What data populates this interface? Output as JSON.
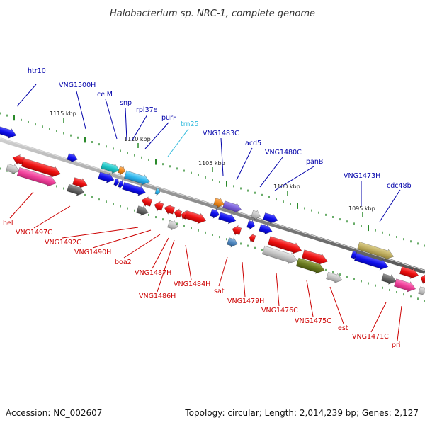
{
  "title": "Halobacterium sp. NRC-1, complete genome",
  "footer": {
    "accession": "Accession: NC_002607",
    "topology": "Topology: circular; Length: 2,014,239 bp; Genes: 2,127"
  },
  "colors": {
    "forward_label": "#0000aa",
    "reverse_label": "#cc0000",
    "trna_label": "#33bbdd",
    "backbone": "#888888",
    "tick": "#2a8a2a"
  },
  "ruler": [
    {
      "text": "1115 kbp"
    },
    {
      "text": "1110 kbp"
    },
    {
      "text": "1105 kbp"
    },
    {
      "text": "1100 kbp"
    },
    {
      "text": "1095 kbp"
    }
  ],
  "labels_top": [
    {
      "text": "htr10",
      "type": "cds"
    },
    {
      "text": "VNG1500H",
      "type": "cds"
    },
    {
      "text": "celM",
      "type": "cds"
    },
    {
      "text": "snp",
      "type": "cds"
    },
    {
      "text": "rpl37e",
      "type": "cds"
    },
    {
      "text": "purF",
      "type": "cds"
    },
    {
      "text": "trn25",
      "type": "trna"
    },
    {
      "text": "VNG1483C",
      "type": "cds"
    },
    {
      "text": "acd5",
      "type": "cds"
    },
    {
      "text": "VNG1480C",
      "type": "cds"
    },
    {
      "text": "panB",
      "type": "cds"
    },
    {
      "text": "VNG1473H",
      "type": "cds"
    },
    {
      "text": "cdc48b",
      "type": "cds"
    }
  ],
  "labels_bottom": [
    {
      "text": "hel"
    },
    {
      "text": "VNG1497C"
    },
    {
      "text": "VNG1492C"
    },
    {
      "text": "VNG1490H"
    },
    {
      "text": "boa2"
    },
    {
      "text": "VNG1487H"
    },
    {
      "text": "VNG1486H"
    },
    {
      "text": "VNG1484H"
    },
    {
      "text": "sat"
    },
    {
      "text": "VNG1479H"
    },
    {
      "text": "VNG1476C"
    },
    {
      "text": "VNG1475C"
    },
    {
      "text": "est"
    },
    {
      "text": "VNG1471C"
    },
    {
      "text": "pri"
    }
  ]
}
